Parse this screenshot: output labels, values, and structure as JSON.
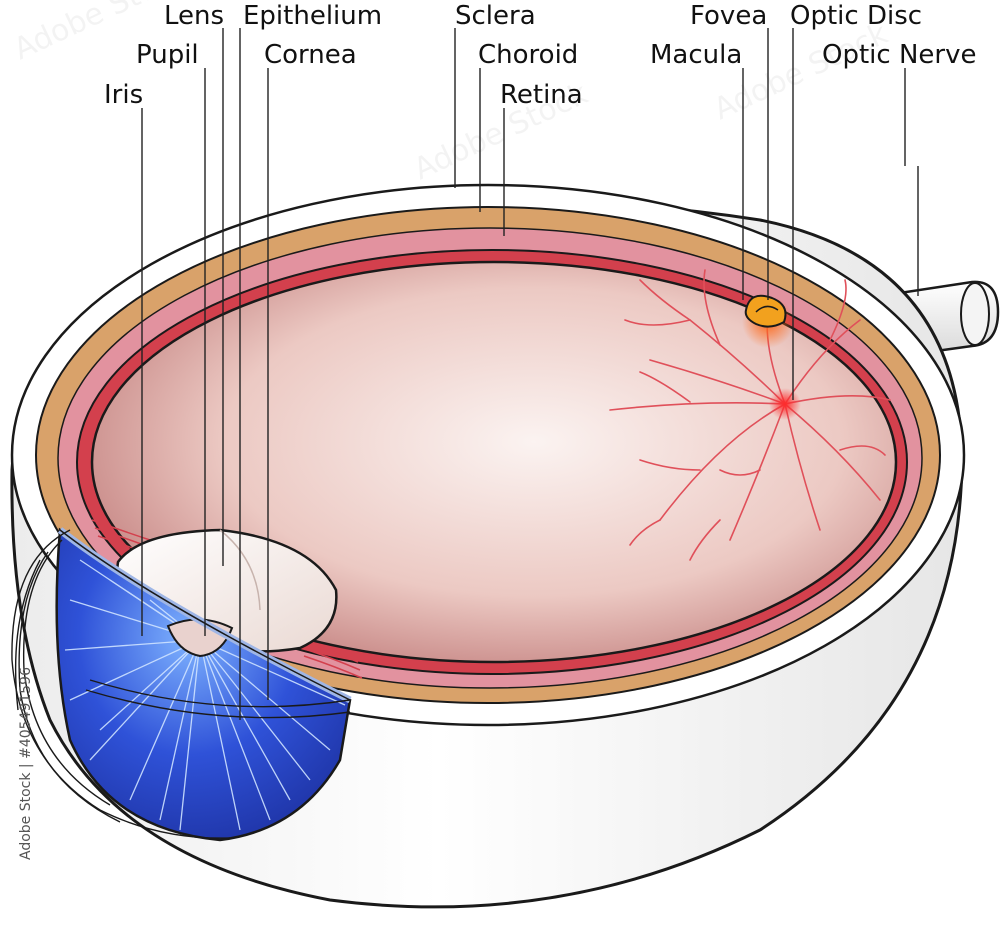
{
  "labels": {
    "lens": "Lens",
    "epithelium": "Epithelium",
    "sclera": "Sclera",
    "fovea": "Fovea",
    "optic_disc": "Optic Disc",
    "pupil": "Pupil",
    "cornea": "Cornea",
    "choroid": "Choroid",
    "macula": "Macula",
    "optic_nerve": "Optic Nerve",
    "iris": "Iris",
    "retina": "Retina"
  },
  "watermark": {
    "stock_id": "Adobe Stock | #405491596",
    "tile_text": "Adobe Stock"
  },
  "colors": {
    "sclera": "#ffffff",
    "outline": "#1a1a1a",
    "choroid_band": "#d9a26a",
    "retina_band": "#d3404d",
    "inner_chamber": "#e8c2bc",
    "iris_blue": "#2f52d8",
    "cornea_edge": "#9fb6e6",
    "vessels": "#e0505a",
    "macula": "#f2a11e"
  }
}
